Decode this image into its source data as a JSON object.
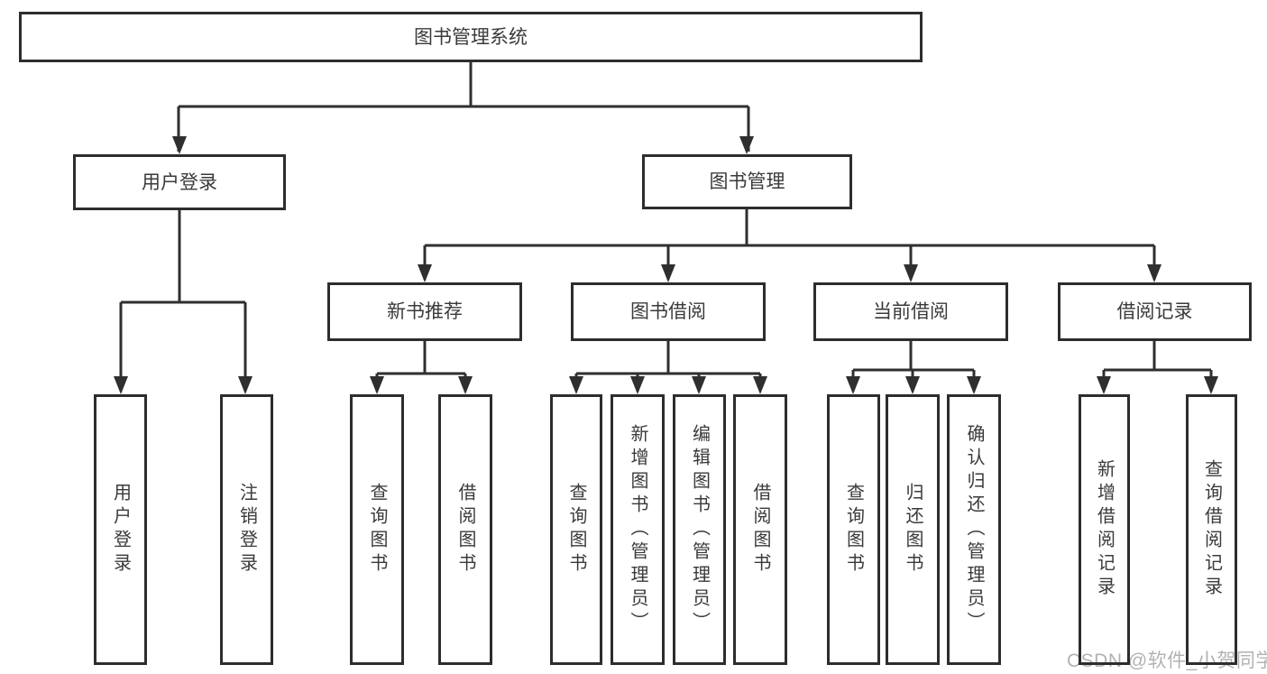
{
  "tree": {
    "root_label": "图书管理系统",
    "branches": [
      {
        "label": "用户登录",
        "leaves": [
          "用户登录",
          "注销登录"
        ]
      },
      {
        "label": "图书管理",
        "sections": [
          {
            "label": "新书推荐",
            "leaves": [
              "查询图书",
              "借阅图书"
            ]
          },
          {
            "label": "图书借阅",
            "leaves": [
              "查询图书",
              "新增图书（管理员）",
              "编辑图书（管理员）",
              "借阅图书"
            ]
          },
          {
            "label": "当前借阅",
            "leaves": [
              "查询图书",
              "归还图书",
              "确认归还（管理员）"
            ]
          },
          {
            "label": "借阅记录",
            "leaves": [
              "新增借阅记录",
              "查询借阅记录"
            ]
          }
        ]
      }
    ]
  },
  "watermark": "CSDN @软件_小贺同学",
  "colors": {
    "line": "#2f2f2f",
    "box_border": "#2d2d2d",
    "text": "#3a3a3a",
    "watermark": "#b2b2b2",
    "background": "#ffffff"
  }
}
